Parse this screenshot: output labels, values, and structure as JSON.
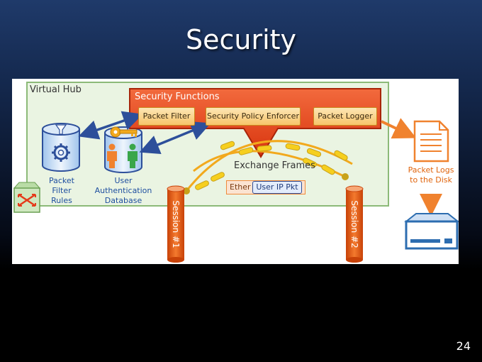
{
  "slide": {
    "title": "Security",
    "number": "24"
  },
  "diagram": {
    "virtual_hub_label": "Virtual Hub",
    "security_functions_label": "Security Functions",
    "functions": [
      "Packet Filter",
      "Security Policy Enforcer",
      "Packet Logger"
    ],
    "packet_filter_rules_label": "Packet\nFilter\nRules",
    "user_auth_db_label": "User\nAuthentication\nDatabase",
    "exchange_frames_label": "Exchange Frames",
    "frame": {
      "ether_label": "Ether",
      "ip_label": "User IP Pkt"
    },
    "sessions": [
      "Session #1",
      "Session #2"
    ],
    "packet_logs_label": "Packet Logs\nto the Disk"
  },
  "colors": {
    "hub_fill": "#eaf4e2",
    "hub_border": "#8cba78",
    "security_fill": "#e8421c",
    "function_fill": "#f7c46a",
    "blue_accent": "#2d4f9a",
    "orange_accent": "#f0822e",
    "session_pipe": "#e55a12"
  },
  "icons": [
    "switch-icon",
    "filter-database-icon",
    "user-database-icon",
    "key-icon",
    "document-icon",
    "disk-drive-icon"
  ]
}
